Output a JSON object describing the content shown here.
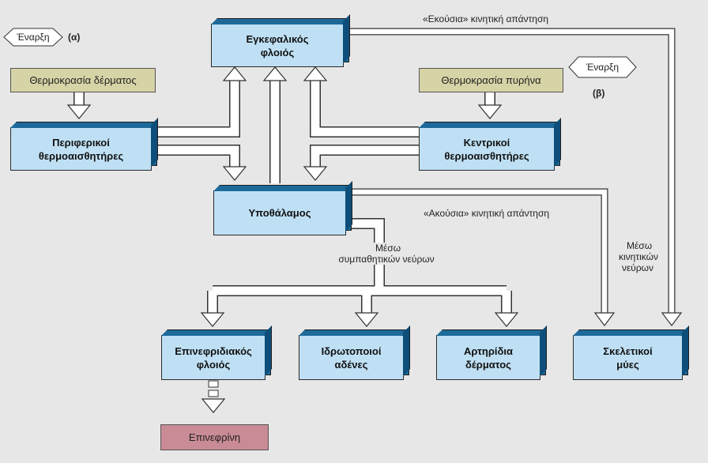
{
  "start_a": {
    "label": "Έναρξη",
    "marker": "(α)"
  },
  "start_b": {
    "label": "Έναρξη",
    "marker": "(β)"
  },
  "boxes": {
    "cortex": "Εγκεφαλικός\nφλοιός",
    "peripheral": "Περιφερικοί\nθερμοαισθητήρες",
    "central": "Κεντρικοί\nθερμοαισθητήρες",
    "hypothalamus": "Υποθάλαμος",
    "adrenal": "Επινεφριδιακός\nφλοιός",
    "sweat": "Ιδρωτοποιοί\nαδένες",
    "arterioles": "Αρτηρίδια\nδέρματος",
    "skeletal": "Σκελετικοί\nμύες"
  },
  "inputs": {
    "skin_temp": "Θερμοκρασία δέρματος",
    "core_temp": "Θερμοκρασία πυρήνα"
  },
  "output": {
    "epinephrine": "Επινεφρίνη"
  },
  "labels": {
    "voluntary": "«Εκούσια» κινητική απάντηση",
    "involuntary": "«Ακούσια» κινητική απάντηση",
    "sympathetic": "Μέσω\nσυμπαθητικών νεύρων",
    "motor": "Μέσω\nκινητικών\nνεύρων"
  }
}
